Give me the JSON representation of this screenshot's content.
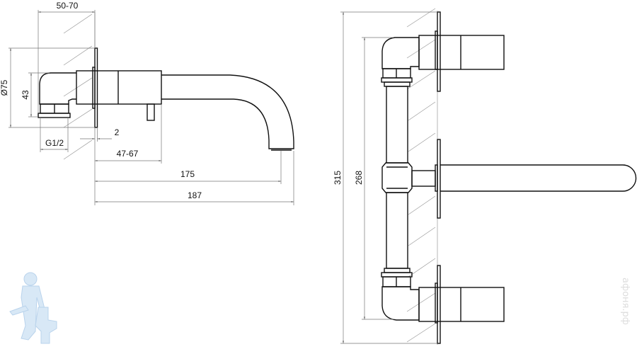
{
  "side_view": {
    "dims": {
      "wall_depth": "50-70",
      "flange_diameter": "Ø75",
      "height": "43",
      "thread": "G1/2",
      "flange_thickness": "2",
      "body_length": "47-67",
      "spout_reach": "175",
      "total_length": "187"
    }
  },
  "front_view": {
    "dims": {
      "total_height": "315",
      "handle_spacing": "268"
    }
  },
  "watermark": "афоня.рф",
  "colors": {
    "line": "#111111",
    "dimension": "#777777",
    "logo": "#d8e8f6"
  }
}
